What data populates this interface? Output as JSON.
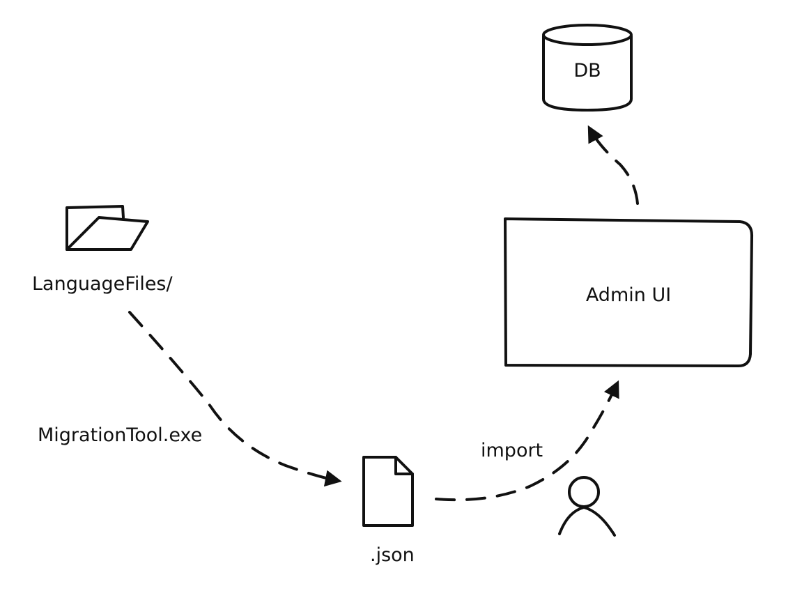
{
  "nodes": {
    "db": {
      "label": "DB"
    },
    "admin_ui": {
      "label": "Admin UI"
    },
    "language_files": {
      "label": "LanguageFiles/"
    },
    "json_file": {
      "label": ".json"
    }
  },
  "edges": {
    "migration": {
      "label": "MigrationTool.exe"
    },
    "import": {
      "label": "import"
    }
  },
  "colors": {
    "ink": "#111111",
    "background": "#ffffff"
  }
}
